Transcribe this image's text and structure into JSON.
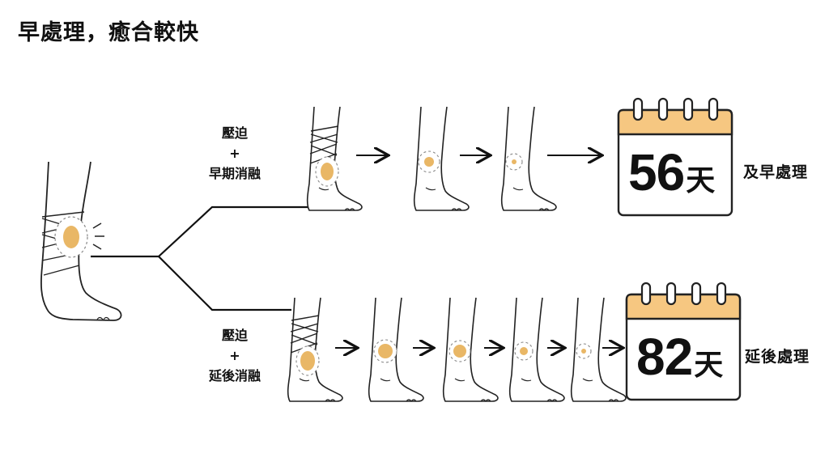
{
  "title": "早處理，癒合較快",
  "branches": [
    {
      "treatment": [
        "壓迫",
        "+",
        "早期消融"
      ],
      "days": "56",
      "unit": "天",
      "result": "及早處理"
    },
    {
      "treatment": [
        "壓迫",
        "+",
        "延後消融"
      ],
      "days": "82",
      "unit": "天",
      "result": "延後處理"
    }
  ],
  "colors": {
    "wound": "#e9b766",
    "calendar_header": "#f6c781",
    "line": "#111111"
  }
}
